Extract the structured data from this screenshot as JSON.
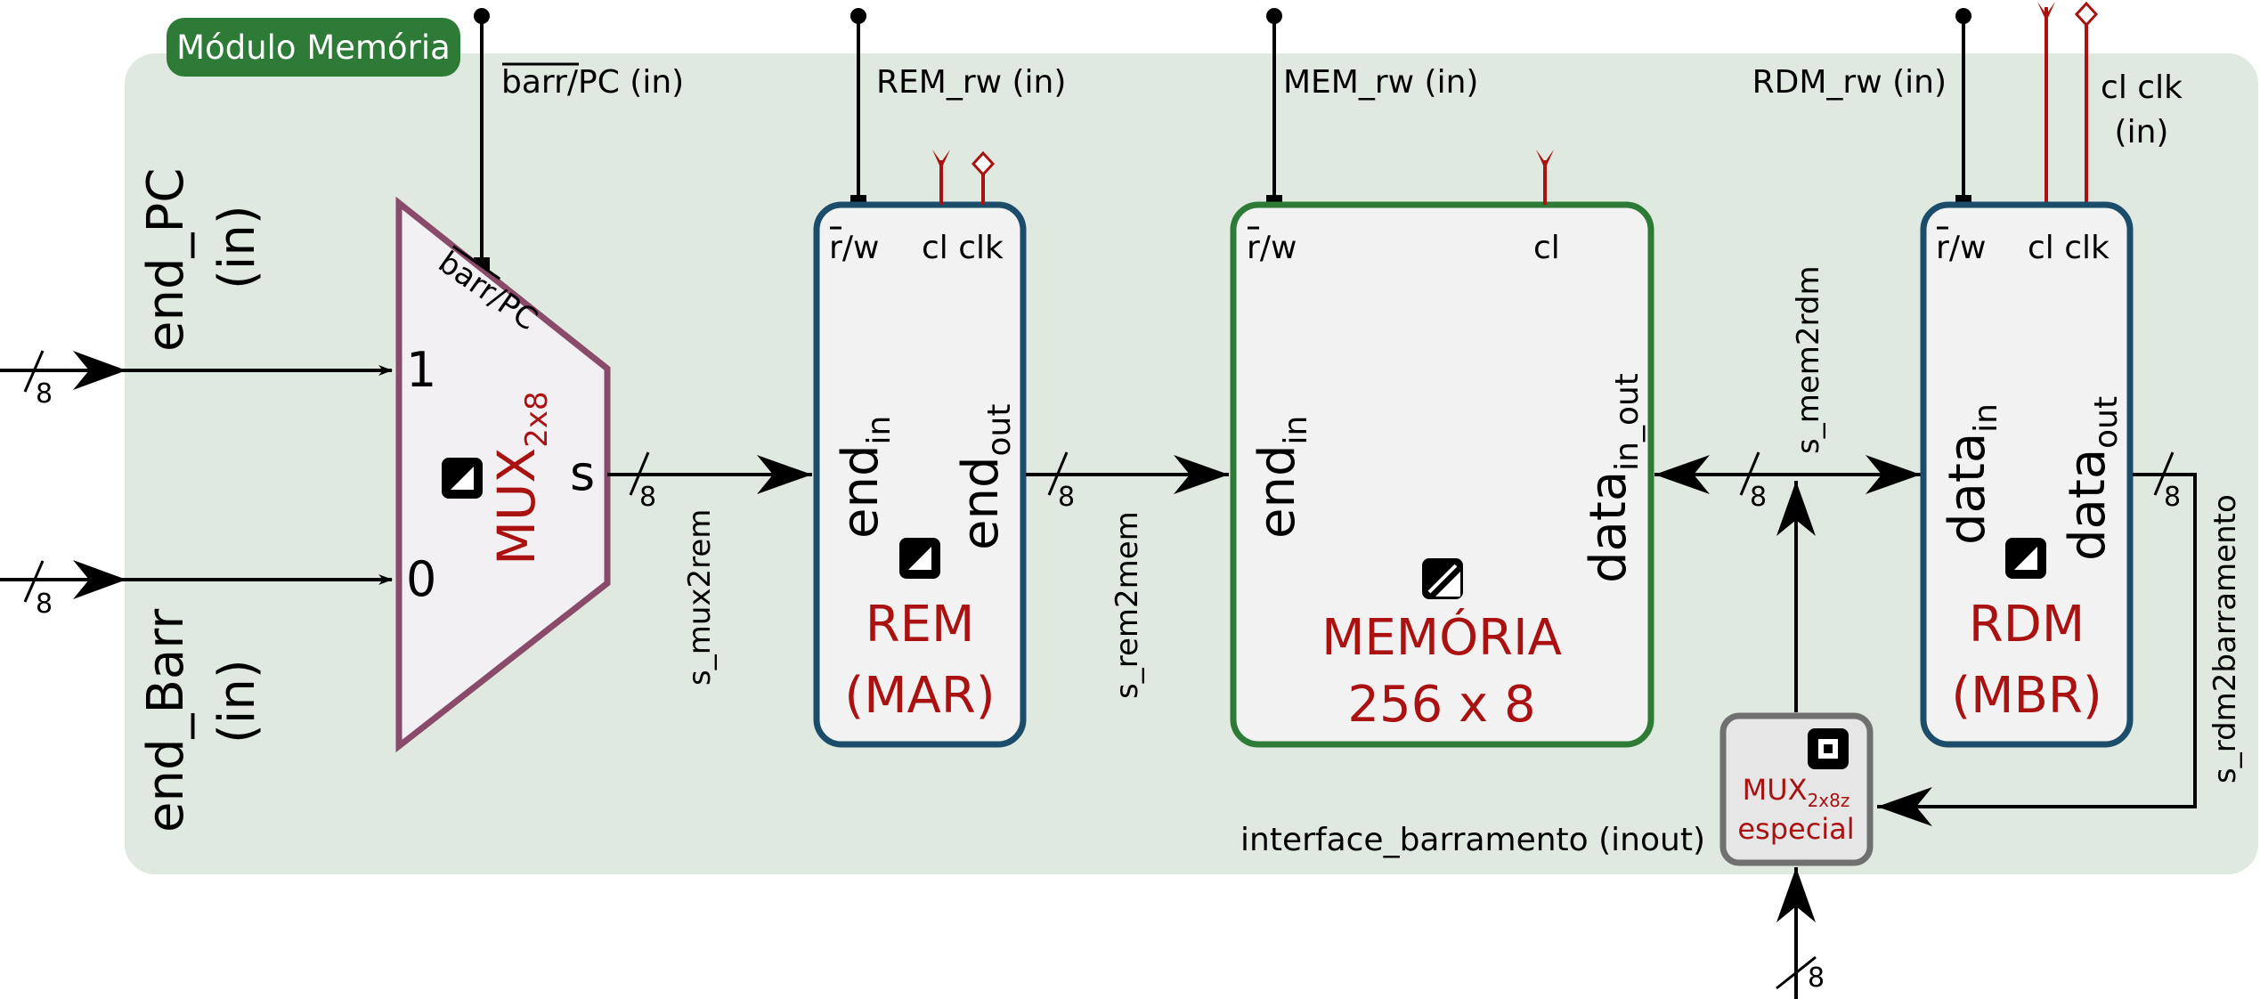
{
  "module": {
    "title": "Módulo Memória"
  },
  "colors": {
    "panel": "#dfe9df",
    "title_bg": "#2e7a37",
    "title_text": "#ffffff",
    "mux_border": "#8a4a6a",
    "rem_rdm_border": "#1b4d6b",
    "memoria_border": "#2e7a37",
    "special_border": "#707070",
    "accent_red": "#aa1111",
    "wire": "#000000"
  },
  "inputs": {
    "barr_pc_overbar": "barr",
    "barr_pc_rest": "/PC (in)",
    "rem_rw": "REM_rw (in)",
    "mem_rw": "MEM_rw (in)",
    "rdm_rw": "RDM_rw (in)",
    "cl_clk_line1": "cl clk",
    "cl_clk_line2": "(in)",
    "end_pc_line1": "end_PC",
    "end_pc_line2": "(in)",
    "end_barr_line1": "end_Barr",
    "end_barr_line2": "(in)"
  },
  "mux": {
    "name_main": "MUX",
    "name_sub": "2x8",
    "sel_overbar": "barr",
    "sel_rest": "/PC",
    "in1": "1",
    "in0": "0",
    "out": "s"
  },
  "rem": {
    "rw_r": "r",
    "rw_rest": "/w",
    "cl_clk": "cl clk",
    "end_in_main": "end",
    "end_in_sub": "in",
    "end_out_main": "end",
    "end_out_sub": "out",
    "name_line1": "REM",
    "name_line2": "(MAR)"
  },
  "memoria": {
    "rw_r": "r",
    "rw_rest": "/w",
    "cl": "cl",
    "end_in_main": "end",
    "end_in_sub": "in",
    "data_main": "data",
    "data_sub": "in_out",
    "name_line1": "MEMÓRIA",
    "name_line2": "256 x 8"
  },
  "rdm": {
    "rw_r": "r",
    "rw_rest": "/w",
    "cl_clk": "cl clk",
    "data_in_main": "data",
    "data_in_sub": "in",
    "data_out_main": "data",
    "data_out_sub": "out",
    "name_line1": "RDM",
    "name_line2": "(MBR)"
  },
  "special_mux": {
    "name_main": "MUX",
    "name_sub": "2x8z",
    "name_line2": "especial"
  },
  "signals": {
    "s_mux2rem": "s_mux2rem",
    "s_rem2mem": "s_rem2mem",
    "s_mem2rdm": "s_mem2rdm",
    "s_rdm2barramento": "s_rdm2barramento",
    "interface": "interface_barramento (inout)",
    "bus_width": "8"
  },
  "icons": [
    "component-square-icon",
    "clock-edge-icon",
    "bidirectional-icon",
    "tristate-icon"
  ]
}
